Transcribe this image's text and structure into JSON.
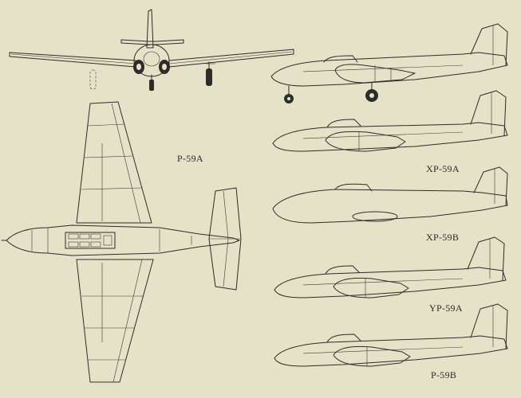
{
  "labels": {
    "p59a": "P-59A",
    "xp59a": "XP-59A",
    "xp59b": "XP-59B",
    "yp59a": "YP-59A",
    "p59b": "P-59B"
  }
}
